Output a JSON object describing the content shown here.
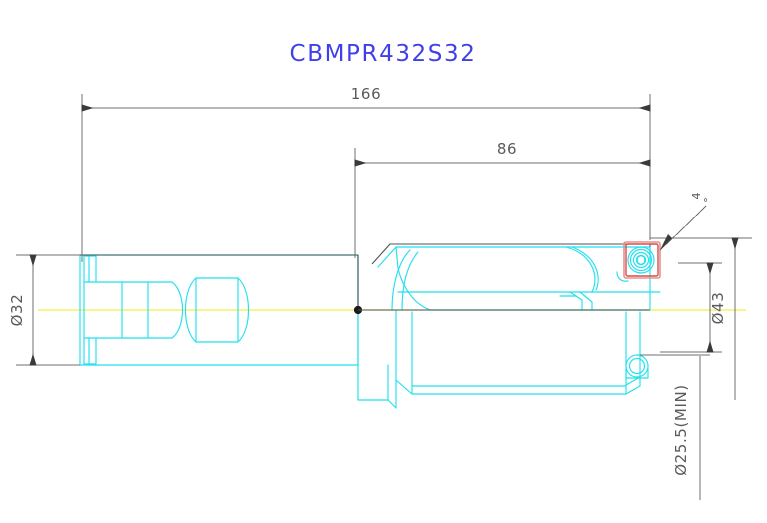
{
  "drawing": {
    "title": "CBMPR432S32",
    "title_color": "#4040e8",
    "background": "#ffffff",
    "part_color": "#22e0ee",
    "insert_color": "#d0514f",
    "dimension_color": "#6f6f6f",
    "centerline_color": "#f2ef48",
    "view": "side-section-view"
  },
  "dimensions": {
    "overall_length": {
      "label": "166",
      "orientation": "horizontal",
      "position": "top"
    },
    "head_length": {
      "label": "86",
      "orientation": "horizontal",
      "position": "top-inner"
    },
    "shank_diameter": {
      "label": "Ø32",
      "orientation": "vertical",
      "position": "left"
    },
    "head_diameter": {
      "label": "Ø43",
      "orientation": "vertical",
      "position": "right-outer"
    },
    "min_bore_diameter": {
      "label": "Ø25.5(MIN)",
      "orientation": "vertical",
      "position": "right-lower"
    },
    "lead_angle": {
      "label": "4",
      "unit": "°",
      "orientation": "angled",
      "position": "top-right"
    }
  },
  "components": {
    "shank": "shank-body",
    "head": "boring-head-body",
    "insert": "carbide-insert",
    "clamp_screw": "torx-clamp-screw",
    "cartridge_screw": "cartridge-screw",
    "centerline": "axis-centerline"
  }
}
